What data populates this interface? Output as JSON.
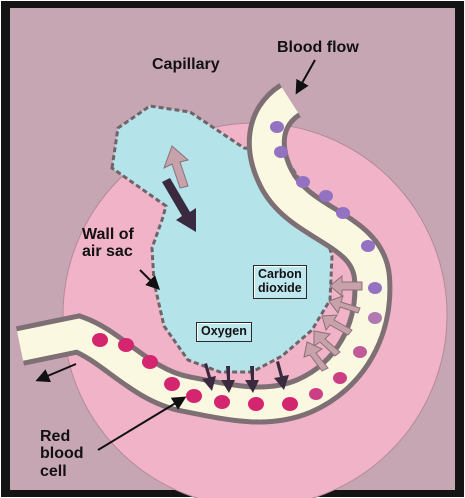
{
  "colors": {
    "outer_border": "#141414",
    "background": "#c7a6b4",
    "tissue_disc": "#f1b3c8",
    "air_sac": "#b4e3ea",
    "capillary_fill": "#fbf8e2",
    "capillary_wall": "#7d6f73",
    "oxygenated_cell": "#d4266e",
    "deoxygenated_cell": "#9472c2",
    "arrow_dark": "#3a2a40",
    "arrow_light": "#c7a2ab"
  },
  "labels": {
    "blood_flow": "Blood flow",
    "capillary": "Capillary",
    "wall_of_air_sac": "Wall of\nair sac",
    "carbon_dioxide": "Carbon\ndioxide",
    "oxygen": "Oxygen",
    "red_blood_cell": "Red\nblood\ncell"
  }
}
